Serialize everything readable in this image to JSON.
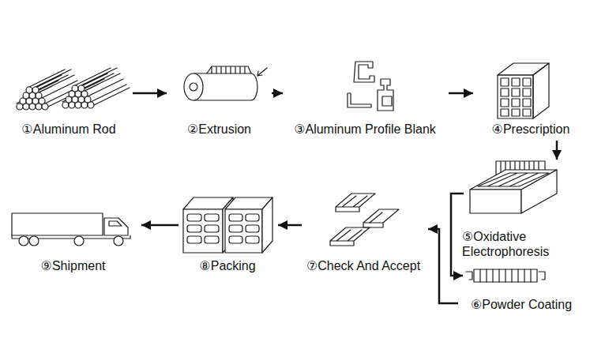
{
  "diagram": {
    "nodes": [
      {
        "text": [
          "①Aluminum Rod"
        ]
      },
      {
        "text": [
          "②Extrusion"
        ]
      },
      {
        "text": [
          "③Aluminum Profile Blank"
        ]
      },
      {
        "text": [
          "④Prescription"
        ]
      },
      {
        "text": [
          "⑤Oxidative Electrophoresis"
        ]
      },
      {
        "text": [
          "⑥Powder Coating"
        ]
      },
      {
        "text": [
          "⑦Check And Accept"
        ]
      },
      {
        "text": [
          "⑧Packing"
        ]
      },
      {
        "text": [
          "⑨Shipment"
        ]
      }
    ],
    "edges": [
      {
        "from": 0,
        "to": 1,
        "arrow": "to"
      },
      {
        "from": 1,
        "to": 2,
        "arrow": "to"
      },
      {
        "from": 2,
        "to": 3,
        "arrow": "to"
      },
      {
        "from": 3,
        "to": 4,
        "arrow": "to"
      },
      {
        "from": 4,
        "to": 5,
        "arrow": "to"
      },
      {
        "from": 5,
        "to": 6,
        "arrow": "to"
      },
      {
        "from": 6,
        "to": 7,
        "arrow": "to"
      },
      {
        "from": 7,
        "to": 8,
        "arrow": "to"
      }
    ]
  }
}
